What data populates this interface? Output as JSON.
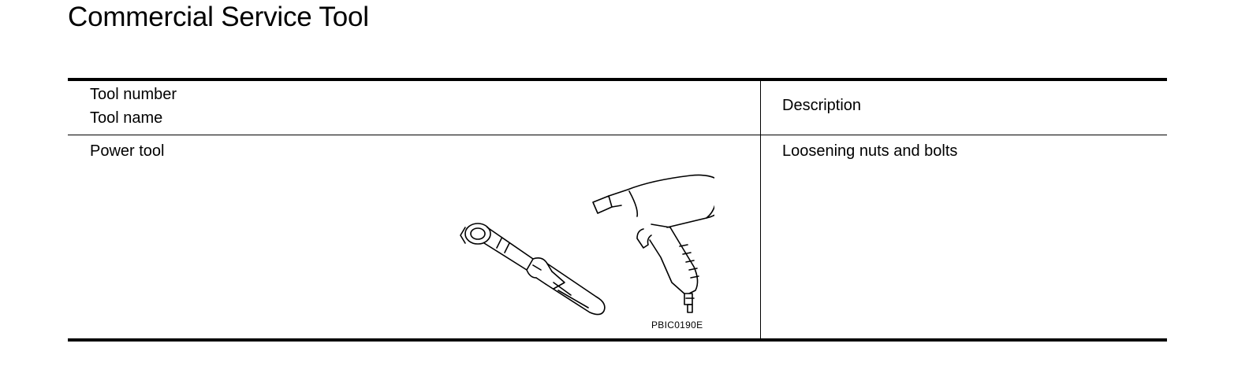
{
  "page": {
    "title": "Commercial Service Tool"
  },
  "table": {
    "header": {
      "tool_number_label": "Tool number",
      "tool_name_label": "Tool name",
      "description_label": "Description"
    },
    "rows": [
      {
        "tool_name": "Power tool",
        "description": "Loosening nuts and bolts",
        "figure_code": "PBIC0190E"
      }
    ]
  }
}
